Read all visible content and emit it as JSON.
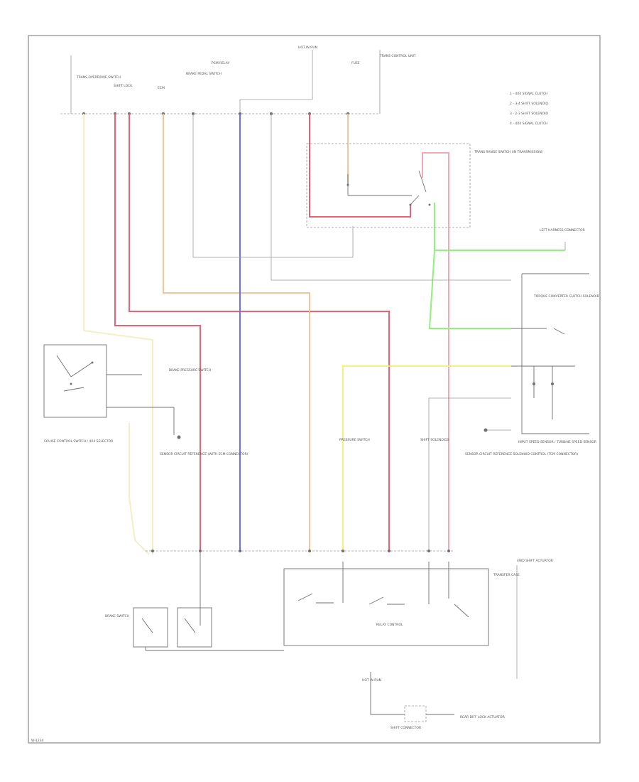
{
  "top_labels": [
    {
      "id": "c1",
      "text": "TRANS OVERDRIVE SWITCH"
    },
    {
      "id": "c2",
      "text": "SHIFT LOCK"
    },
    {
      "id": "c3",
      "text": "ECM"
    },
    {
      "id": "c4",
      "text": "BRAKE PEDAL SWITCH"
    },
    {
      "id": "c5",
      "text": "PCM RELAY"
    },
    {
      "id": "c6",
      "text": "HOT IN RUN"
    },
    {
      "id": "c7",
      "text": "FUSE"
    },
    {
      "id": "c8",
      "text": "TRANS CONTROL UNIT"
    }
  ],
  "legend": [
    "1 - 4X4 SIGNAL CLUTCH",
    "2 - 3-4 SHIFT SOLENOID",
    "3 - 2-3 SHIFT SOLENOID",
    "4 - 4X4 SIGNAL CLUTCH"
  ],
  "components": {
    "trans_range": "TRANS RANGE SWITCH (IN TRANSMISSION)",
    "left_harness": "LEFT HARNESS CONNECTOR",
    "torque_conv": "TORQUE CONVERTER CLUTCH SOLENOID",
    "input_speed": "INPUT SPEED SENSOR / TURBINE SPEED SENSOR",
    "cruise_switch": "CRUISE CONTROL SWITCH / 4X4 SELECTOR",
    "brake_sensor": "BRAKE PRESSURE SWITCH",
    "ecm_note": "SENSOR CIRCUIT REFERENCE (WITH ECM CONNECTOR)",
    "tcm_note": "SENSOR CIRCUIT REFERENCE SOLENOID CONTROL (TCM CONNECTOR)",
    "pressure_sw": "PRESSURE SWITCH",
    "shift_sol": "SHIFT SOLENOIDS",
    "brake_sw": "BRAKE SWITCH",
    "relay_ctrl": "RELAY CONTROL",
    "transfer_case": "TRANSFER CASE",
    "shift_actuator": "4WD SHIFT ACTUATOR",
    "hot_run": "HOT IN RUN",
    "shift_conn": "SHIFT CONNECTOR",
    "rear_diff": "REAR DIFF LOCK ACTUATOR",
    "page_code": "W-1234"
  },
  "wire_colors": {
    "yellow": "#f2efc4",
    "red": "#ef5f72",
    "pink": "#f4a7b4",
    "orange": "#f6c29a",
    "blue": "#6f6ff5",
    "green": "#8ff07a",
    "bright_yellow": "#f6f07c",
    "gray": "#9a9a9a"
  }
}
